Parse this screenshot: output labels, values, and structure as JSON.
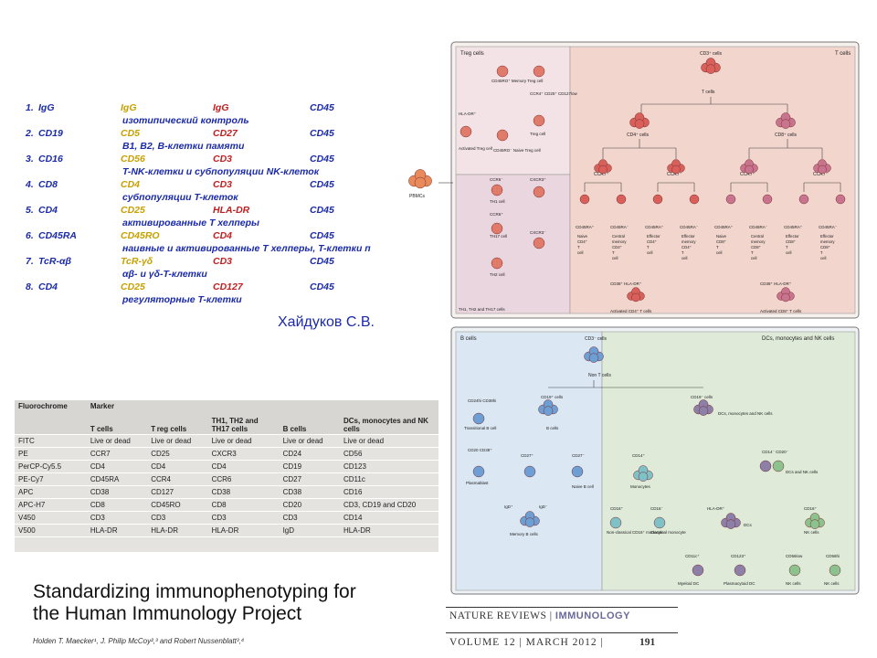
{
  "panels": [
    {
      "num": "1.",
      "m1": "IgG",
      "m2": "IgG",
      "m3": "IgG",
      "m4": "CD45",
      "desc": "изотипический контроль"
    },
    {
      "num": "2.",
      "m1": "CD19",
      "m2": "CD5",
      "m3": "CD27",
      "m4": "CD45",
      "desc": "B1, B2, B-клетки памяти"
    },
    {
      "num": "3.",
      "m1": "CD16",
      "m2": "CD56",
      "m3": "CD3",
      "m4": "CD45",
      "desc": "T-NK-клетки и субпопуляции NK-клеток"
    },
    {
      "num": "4.",
      "m1": "CD8",
      "m2": "CD4",
      "m3": "CD3",
      "m4": "CD45",
      "desc": "субпопуляции T-клеток"
    },
    {
      "num": "5.",
      "m1": "CD4",
      "m2": "CD25",
      "m3": "HLA-DR",
      "m4": "CD45",
      "desc": "активированные T хелперы"
    },
    {
      "num": "6.",
      "m1": "CD45RA",
      "m2": "CD45RO",
      "m3": "CD4",
      "m4": "CD45",
      "desc": "наивные и активированные T хелперы, T-клетки п"
    },
    {
      "num": "7.",
      "m1": "TcR-αβ",
      "m2": "TcR-γδ",
      "m3": "CD3",
      "m4": "CD45",
      "desc": "αβ- и γδ-T-клетки"
    },
    {
      "num": "8.",
      "m1": "CD4",
      "m2": "CD25",
      "m3": "CD127",
      "m4": "CD45",
      "desc": "регуляторные T-клетки"
    }
  ],
  "author_ru": "Хайдуков С.В.",
  "table": {
    "h1": [
      "Fluorochrome",
      "Marker"
    ],
    "h2": [
      "",
      "T cells",
      "T reg cells",
      "TH1, TH2 and TH17 cells",
      "B cells",
      "DCs, monocytes and NK cells"
    ],
    "rows": [
      [
        "FITC",
        "Live or dead",
        "Live or dead",
        "Live or dead",
        "Live or dead",
        "Live or dead"
      ],
      [
        "PE",
        "CCR7",
        "CD25",
        "CXCR3",
        "CD24",
        "CD56"
      ],
      [
        "PerCP-Cy5.5",
        "CD4",
        "CD4",
        "CD4",
        "CD19",
        "CD123"
      ],
      [
        "PE-Cy7",
        "CD45RA",
        "CCR4",
        "CCR6",
        "CD27",
        "CD11c"
      ],
      [
        "APC",
        "CD38",
        "CD127",
        "CD38",
        "CD38",
        "CD16"
      ],
      [
        "APC-H7",
        "CD8",
        "CD45RO",
        "CD8",
        "CD20",
        "CD3, CD19 and CD20"
      ],
      [
        "V450",
        "CD3",
        "CD3",
        "CD3",
        "CD3",
        "CD14"
      ],
      [
        "V500",
        "HLA-DR",
        "HLA-DR",
        "HLA-DR",
        "IgD",
        "HLA-DR"
      ]
    ]
  },
  "title": [
    "Standardizing immunophenotyping for",
    "the Human Immunology Project"
  ],
  "authors": "Holden T. Maecker¹, J. Philip McCoy²,³ and Robert Nussenblatt³,⁴",
  "journal": {
    "name": "NATURE REVIEWS",
    "section": "IMMUNOLOGY",
    "issue": "VOLUME 12 | MARCH 2012 |",
    "page": "191"
  },
  "figure": {
    "treg_title": "Treg cells",
    "t_title": "T cells",
    "b_title": "B cells",
    "dc_title": "DCs, monocytes and NK cells",
    "pbmc": "PBMCs",
    "cd3": "CD3⁺ cells",
    "tcells": "T cells",
    "cd4": "CD4⁺ cells",
    "cd8": "CD8⁺ cells",
    "ccr7a": "CCR7⁺",
    "ccr7b": "CCR7⁻",
    "ccr7c": "CCR7⁺",
    "ccr7d": "CCR7⁻",
    "subsets": [
      "CD45RA⁺",
      "CD45RA⁻",
      "CD45RA⁺",
      "CD45RA⁻",
      "CD45RA⁺",
      "CD45RA⁻",
      "CD45RA⁺",
      "CD45RA⁻"
    ],
    "subset_names": [
      "Naive CD4⁺ T cell",
      "Central memory CD4⁺ T cell",
      "Effector CD4⁺ T cell",
      "Effector memory CD4⁺ T cell",
      "Naive CD8⁺ T cell",
      "Central memory CD8⁺ T cell",
      "Effector CD8⁺ T cell",
      "Effector memory CD8⁺ T cell"
    ],
    "act4": "Activated CD4⁺ T cells",
    "act8": "Activated CD8⁺ T cells",
    "cd38hla": "CD38⁺ HLA-DR⁺",
    "treg_nodes": [
      "CD45RO⁺ Memory Treg cell",
      "CCR4⁺ CD25⁺ CD127low",
      "HLA-DR⁺",
      "Activated Treg cell",
      "CD45RO⁻ Naive Treg cell",
      "Treg cell"
    ],
    "th_nodes": [
      "CCR6⁻",
      "CXCR3⁺",
      "TH1 cell",
      "CCR6⁺",
      "TH17 cell",
      "CXCR3⁻",
      "TH2 cell"
    ],
    "th_caption": "TH1, TH2 and TH17 cells",
    "cd3neg": "CD3⁻ cells",
    "nont": "Non T cells",
    "b_nodes": [
      "CD24hi CD38hi",
      "Transitional B cell",
      "CD19⁺ cells",
      "B cells",
      "CD20 CD38⁺",
      "Plasmablast",
      "CD27⁺",
      "CD27⁻",
      "Naive B cell",
      "IgD⁺",
      "IgD⁻",
      "Memory B cells"
    ],
    "dc_nodes": [
      "CD19⁻ cells",
      "DCs, monocytes and NK cells",
      "CD14⁺",
      "Monocytes",
      "CD14⁻ CD20⁻",
      "DCs and NK cells",
      "CD16⁺",
      "CD16⁻",
      "Non-classical CD16⁺ monocyte",
      "Classical monocyte",
      "HLA-DR⁺",
      "DCs",
      "CD16⁺",
      "NK cells",
      "CD11c⁺",
      "CD123⁺",
      "Myeloid DC",
      "Plasmacytoid DC",
      "CD56low",
      "CD56hi",
      "NK cells",
      "NK cells"
    ]
  },
  "colors": {
    "tcell": "#d9605a",
    "cd8cell": "#c9748e",
    "treg": "#e07a6a",
    "bcell": "#6d9fd4",
    "mono": "#7fc1c6",
    "dc": "#8c7fa8",
    "nk": "#8cc28e",
    "pbmc": "#e88a5a"
  }
}
